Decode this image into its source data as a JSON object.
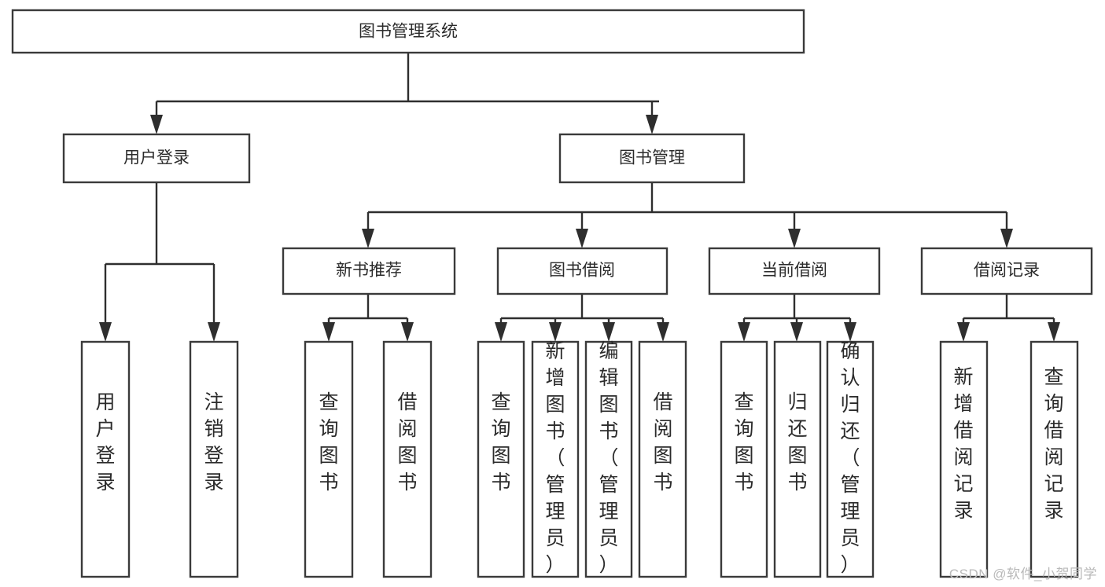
{
  "diagram": {
    "type": "tree",
    "title": "图书管理系统",
    "watermark": "CSDN @软件_小贺同学",
    "colors": {
      "stroke": "#3a3a3a",
      "edge": "#2e2e2e",
      "text": "#2b2b2b",
      "background": "#ffffff",
      "watermark": "#b9b9b9"
    },
    "levels": {
      "root": {
        "label": "图书管理系统"
      },
      "level2": [
        {
          "label": "用户登录"
        },
        {
          "label": "图书管理"
        }
      ],
      "level3": [
        {
          "label": "新书推荐"
        },
        {
          "label": "图书借阅"
        },
        {
          "label": "当前借阅"
        },
        {
          "label": "借阅记录"
        }
      ],
      "leaves_user_login": [
        {
          "label": "用户登录"
        },
        {
          "label": "注销登录"
        }
      ],
      "leaves_new_book": [
        {
          "label": "查询图书"
        },
        {
          "label": "借阅图书"
        }
      ],
      "leaves_borrow": [
        {
          "label": "查询图书"
        },
        {
          "label": "新增图书（管理员）"
        },
        {
          "label": "编辑图书（管理员）"
        },
        {
          "label": "借阅图书"
        }
      ],
      "leaves_current": [
        {
          "label": "查询图书"
        },
        {
          "label": "归还图书"
        },
        {
          "label": "确认归还（管理员）"
        }
      ],
      "leaves_records": [
        {
          "label": "新增借阅记录"
        },
        {
          "label": "查询借阅记录"
        }
      ]
    }
  }
}
